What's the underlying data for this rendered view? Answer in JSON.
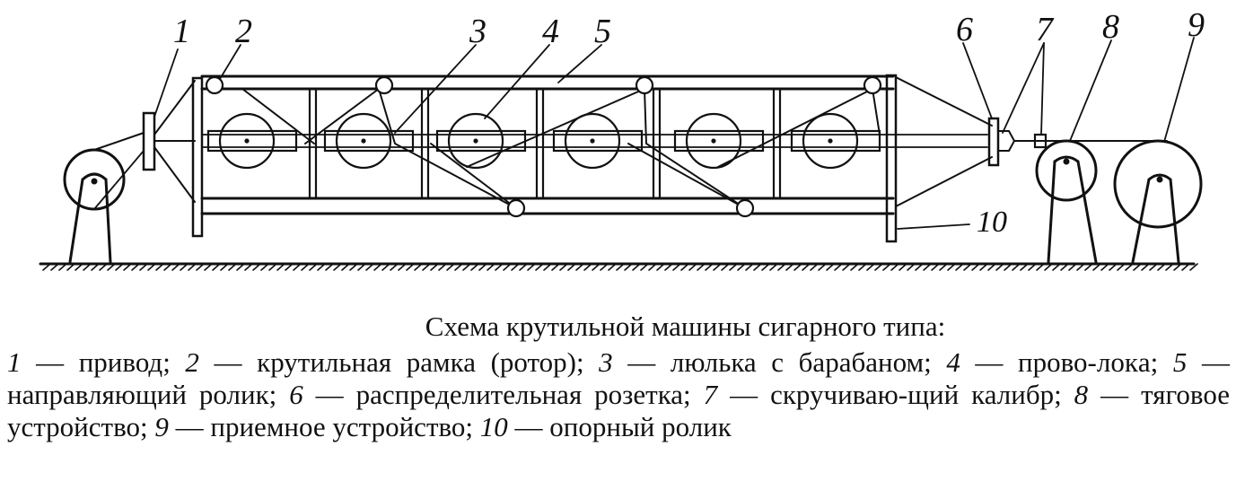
{
  "figure": {
    "labels": [
      "1",
      "2",
      "3",
      "4",
      "5",
      "6",
      "7",
      "8",
      "9",
      "10"
    ]
  },
  "caption": {
    "title": "Схема крутильной машины сигарного типа:",
    "items": [
      {
        "num": "1",
        "text": " — привод; "
      },
      {
        "num": "2",
        "text": " — крутильная рамка (ротор); "
      },
      {
        "num": "3",
        "text": " — люлька с барабаном; "
      },
      {
        "num": "4",
        "text": " — прово-локa; "
      },
      {
        "num": "5",
        "text": " — направляющий ролик; "
      },
      {
        "num": "6",
        "text": " — распределительная розетка; "
      },
      {
        "num": "7",
        "text": " — скручиваю-щий калибр; "
      },
      {
        "num": "8",
        "text": " — тяговое устройство; "
      },
      {
        "num": "9",
        "text": " — приемное устройство; "
      },
      {
        "num": "10",
        "text": " — опорный ролик"
      }
    ]
  }
}
